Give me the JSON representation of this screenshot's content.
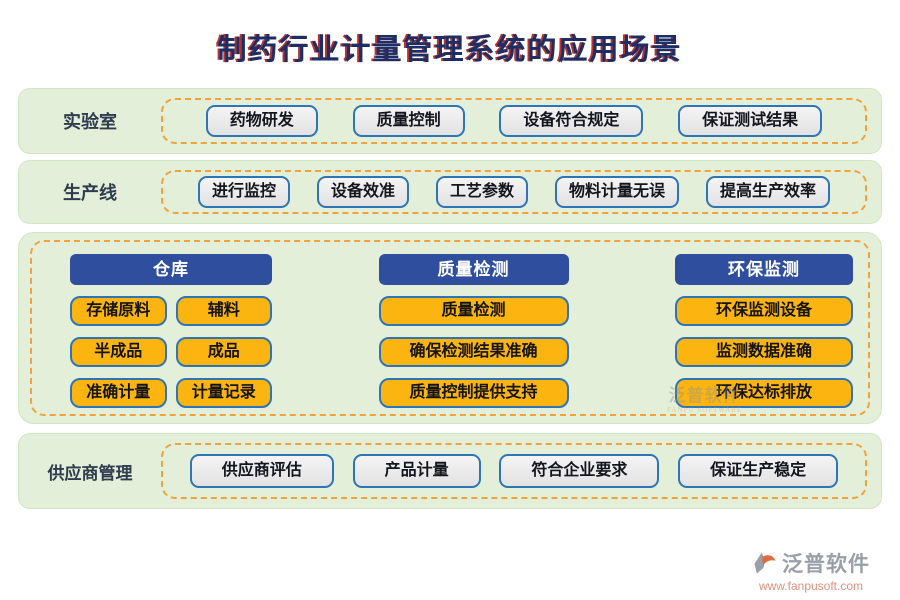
{
  "title": {
    "text": "制药行业计量管理系统的应用场景"
  },
  "colors": {
    "band_green": "#e3efd8",
    "dashed_orange": "#f0a23c",
    "header_blue": "#2f4f9e",
    "button_orange": "#fcb410",
    "button_gray": "#e9e9e9",
    "button_border_blue": "#2e75b6",
    "title_navy": "#1d2e66",
    "title_red_shadow": "#b5342e"
  },
  "rows": [
    {
      "label": "实验室",
      "buttons": [
        "药物研发",
        "质量控制",
        "设备符合规定",
        "保证测试结果"
      ]
    },
    {
      "label": "生产线",
      "buttons": [
        "进行监控",
        "设备效准",
        "工艺参数",
        "物料计量无误",
        "提高生产效率"
      ]
    }
  ],
  "middle": {
    "columns": [
      {
        "header": "仓库",
        "buttons": [
          "存储原料",
          "辅料",
          "半成品",
          "成品",
          "准确计量",
          "计量记录"
        ]
      },
      {
        "header": "质量检测",
        "buttons": [
          "质量检测",
          "确保检测结果准确",
          "质量控制提供支持"
        ]
      },
      {
        "header": "环保监测",
        "buttons": [
          "环保监测设备",
          "监测数据准确",
          "环保达标排放"
        ]
      }
    ]
  },
  "bottom_row": {
    "label": "供应商管理",
    "buttons": [
      "供应商评估",
      "产品计量",
      "符合企业要求",
      "保证生产稳定"
    ]
  },
  "watermark": {
    "text": "泛普软件",
    "subtext": "FANPU SOFTWARE"
  },
  "logo": {
    "name": "泛普软件",
    "url": "www.fanpusoft.com"
  }
}
